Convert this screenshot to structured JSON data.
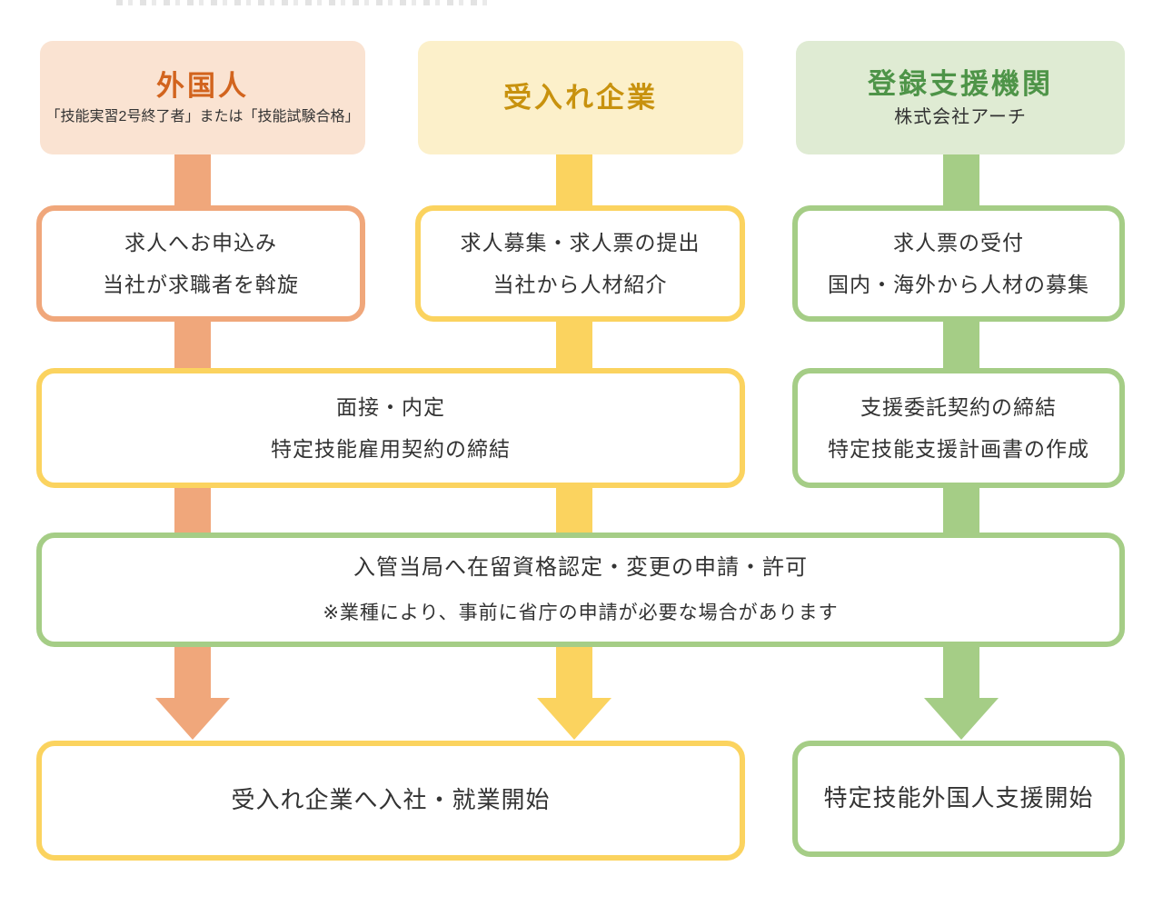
{
  "colors": {
    "orange": "#F0A77B",
    "orange_light": "#FAE3D2",
    "orange_text": "#D2641E",
    "yellow": "#FBD35F",
    "yellow_light": "#FCF0CA",
    "yellow_text": "#C8920E",
    "green": "#A5CD86",
    "green_light": "#DFEBD3",
    "green_text": "#4E9448",
    "body_text": "#333333"
  },
  "columns": [
    {
      "title": "外国人",
      "subtitle": "「技能実習2号終了者」または「技能試験合格」",
      "theme": "orange"
    },
    {
      "title": "受入れ企業",
      "theme": "yellow"
    },
    {
      "title": "登録支援機関",
      "subtitle": "株式会社アーチ",
      "theme": "green"
    }
  ],
  "steps": {
    "foreigner_apply": {
      "line1": "求人へお申込み",
      "line2": "当社が求職者を斡旋"
    },
    "company_recruit": {
      "line1": "求人募集・求人票の提出",
      "line2": "当社から人材紹介"
    },
    "org_accept": {
      "line1": "求人票の受付",
      "line2": "国内・海外から人材の募集"
    },
    "interview": {
      "line1": "面接・内定",
      "line2": "特定技能雇用契約の締結"
    },
    "support_contract": {
      "line1": "支援委託契約の締結",
      "line2": "特定技能支援計画書の作成"
    },
    "immigration": {
      "line1": "入管当局へ在留資格認定・変更の申請・許可",
      "line2": "※業種により、事前に省庁の申請が必要な場合があります"
    },
    "employment_start": {
      "line1": "受入れ企業へ入社・就業開始"
    },
    "support_start": {
      "line1": "特定技能外国人支援開始"
    }
  }
}
